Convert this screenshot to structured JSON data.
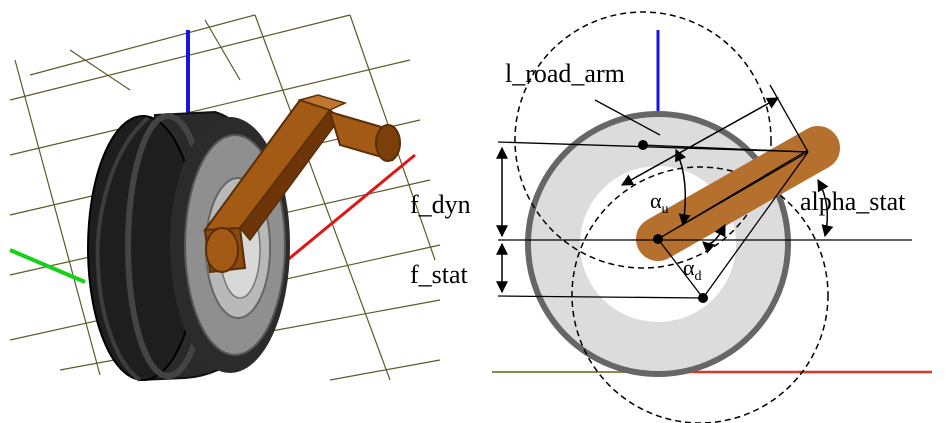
{
  "figure": {
    "left_panel": {
      "description_icon_names": [
        "wheel-3d-model",
        "road-arm-3d-model",
        "ground-grid",
        "z-axis",
        "x-axis",
        "y-axis"
      ],
      "colors": {
        "tire": "#262626",
        "rim": "#8f8f8f",
        "arm": "#8b4a0e",
        "grid": "#5e5a2a",
        "z_axis": "#1515e0",
        "x_axis": "#e01515",
        "y_axis": "#17d117"
      }
    },
    "right_panel": {
      "labels": {
        "road_arm": "l_road_arm",
        "f_dyn": "f_dyn",
        "f_stat": "f_stat",
        "alpha_stat": "alpha_stat",
        "alpha_u": "α",
        "alpha_u_sub": "u",
        "alpha_d": "α",
        "alpha_d_sub": "d"
      },
      "colors": {
        "wheel_ring": "#666666",
        "wheel_fill": "#dcdcdc",
        "arm": "#b5702d",
        "vertical_axis": "#1515e0",
        "ground_left": "#8b8a55",
        "ground_right": "#d9372a"
      }
    }
  }
}
